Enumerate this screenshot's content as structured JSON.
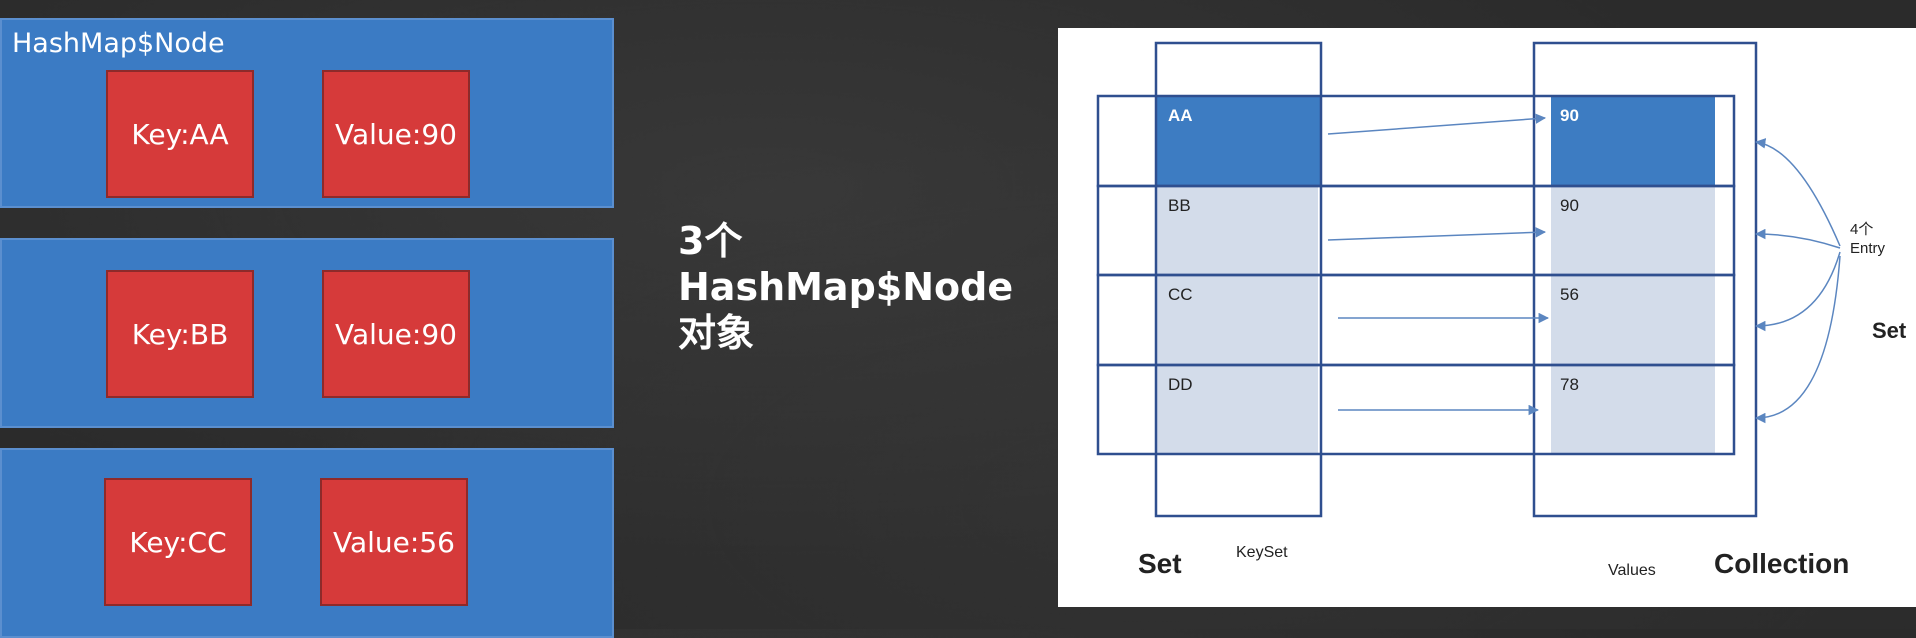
{
  "nodes": [
    {
      "title": "HashMap$Node",
      "key": "Key:AA",
      "value": "Value:90"
    },
    {
      "title": "",
      "key": "Key:BB",
      "value": "Value:90"
    },
    {
      "title": "",
      "key": "Key:CC",
      "value": "Value:56"
    }
  ],
  "middle": {
    "line1": "3个",
    "line2": "HashMap$Node",
    "line3": "对象"
  },
  "diagram": {
    "keys": [
      "AA",
      "BB",
      "CC",
      "DD"
    ],
    "values": [
      "90",
      "90",
      "56",
      "78"
    ],
    "entry_label": {
      "line1": "4个",
      "line2": "Entry"
    },
    "set_right": "Set",
    "set_left": "Set",
    "keyset": "KeySet",
    "values_label": "Values",
    "collection": "Collection"
  },
  "colors": {
    "node_blue": "#3b7bc4",
    "cell_red": "#d63a3a",
    "highlight": "#3d7cc2",
    "light_cell": "#d3dcea",
    "line": "#2f4f8f"
  }
}
